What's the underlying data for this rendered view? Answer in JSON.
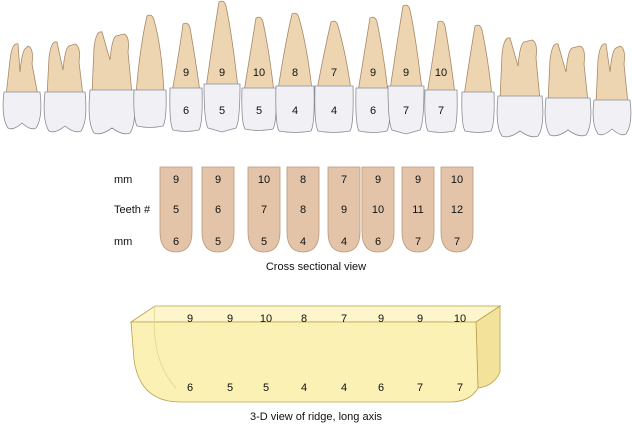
{
  "colors": {
    "root": "#eed5b2",
    "root_stroke": "#a98866",
    "crown": "#f1f1f5",
    "crown_stroke": "#8a8a96",
    "root_section": "#e3c4a8",
    "ridge_fill": "#fbf1b5",
    "ridge_stroke": "#b8a24a"
  },
  "teeth_row": {
    "crown_mm": [
      "6",
      "5",
      "5",
      "4",
      "4",
      "6",
      "7",
      "7"
    ],
    "root_mm": [
      "9",
      "9",
      "10",
      "8",
      "7",
      "9",
      "9",
      "10"
    ]
  },
  "cross_section": {
    "row_labels": {
      "top_mm": "mm",
      "teeth": "Teeth #",
      "bottom_mm": "mm"
    },
    "top_mm": [
      "9",
      "9",
      "10",
      "8",
      "7",
      "9",
      "9",
      "10"
    ],
    "teeth": [
      "5",
      "6",
      "7",
      "8",
      "9",
      "10",
      "11",
      "12"
    ],
    "bottom_mm": [
      "6",
      "5",
      "5",
      "4",
      "4",
      "6",
      "7",
      "7"
    ],
    "caption": "Cross sectional view"
  },
  "ridge_3d": {
    "top_values": [
      "9",
      "9",
      "10",
      "8",
      "7",
      "9",
      "9",
      "10"
    ],
    "bottom_values": [
      "6",
      "5",
      "5",
      "4",
      "4",
      "6",
      "7",
      "7"
    ],
    "caption": "3-D view of ridge, long axis"
  }
}
